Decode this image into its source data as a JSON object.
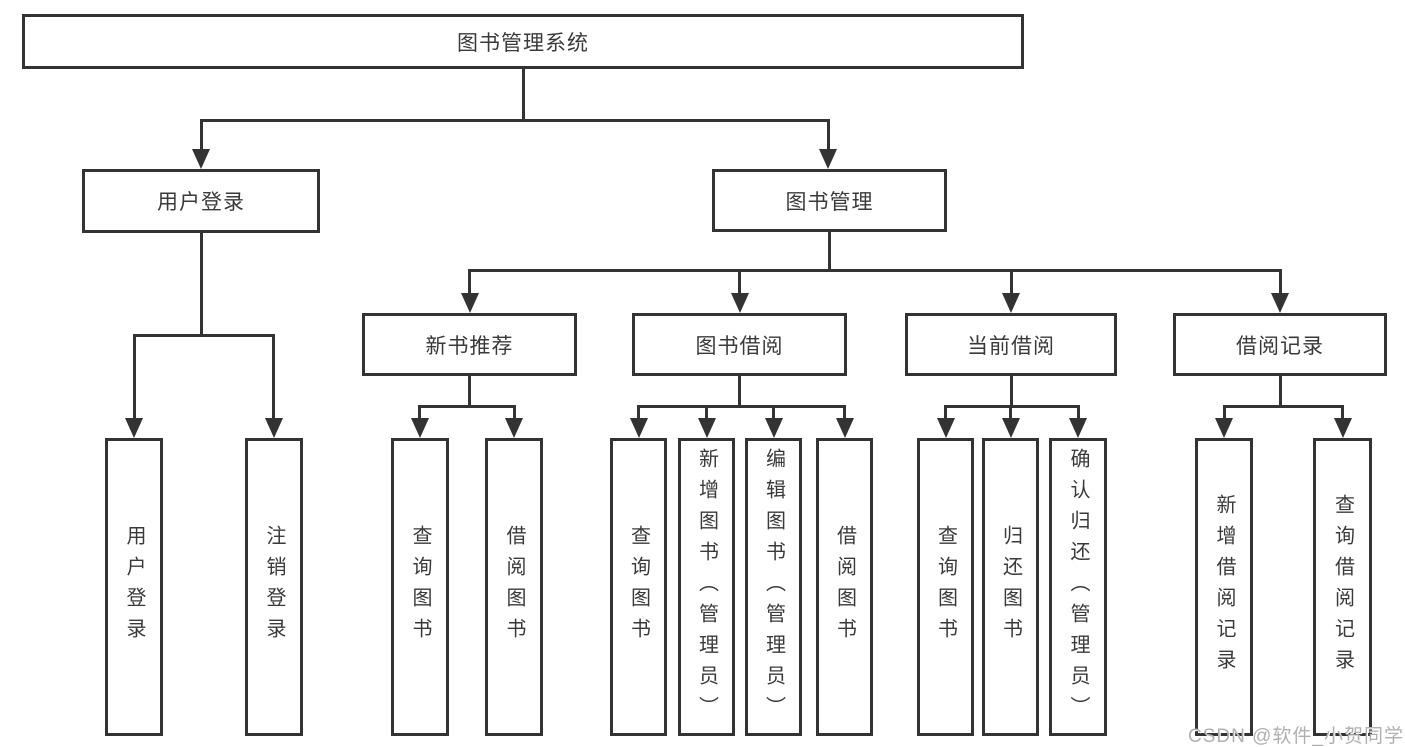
{
  "diagram": {
    "type": "hierarchy-tree",
    "tree": {
      "root": {
        "label": "图书管理系统"
      },
      "branches": [
        {
          "label": "用户登录",
          "children": [
            {
              "label": "用户登录"
            },
            {
              "label": "注销登录"
            }
          ]
        },
        {
          "label": "图书管理",
          "children": [
            {
              "label": "新书推荐",
              "children": [
                {
                  "label": "查询图书"
                },
                {
                  "label": "借阅图书"
                }
              ]
            },
            {
              "label": "图书借阅",
              "children": [
                {
                  "label": "查询图书"
                },
                {
                  "label": "新增图书（管理员）"
                },
                {
                  "label": "编辑图书（管理员）"
                },
                {
                  "label": "借阅图书"
                }
              ]
            },
            {
              "label": "当前借阅",
              "children": [
                {
                  "label": "查询图书"
                },
                {
                  "label": "归还图书"
                },
                {
                  "label": "确认归还（管理员）"
                }
              ]
            },
            {
              "label": "借阅记录",
              "children": [
                {
                  "label": "新增借阅记录"
                },
                {
                  "label": "查询借阅记录"
                }
              ]
            }
          ]
        }
      ]
    },
    "colors": {
      "line": "#333333",
      "text": "#3a3a3a",
      "background": "#ffffff",
      "watermark": "#b0b0b0"
    }
  },
  "watermark": "CSDN @软件_小贺同学"
}
